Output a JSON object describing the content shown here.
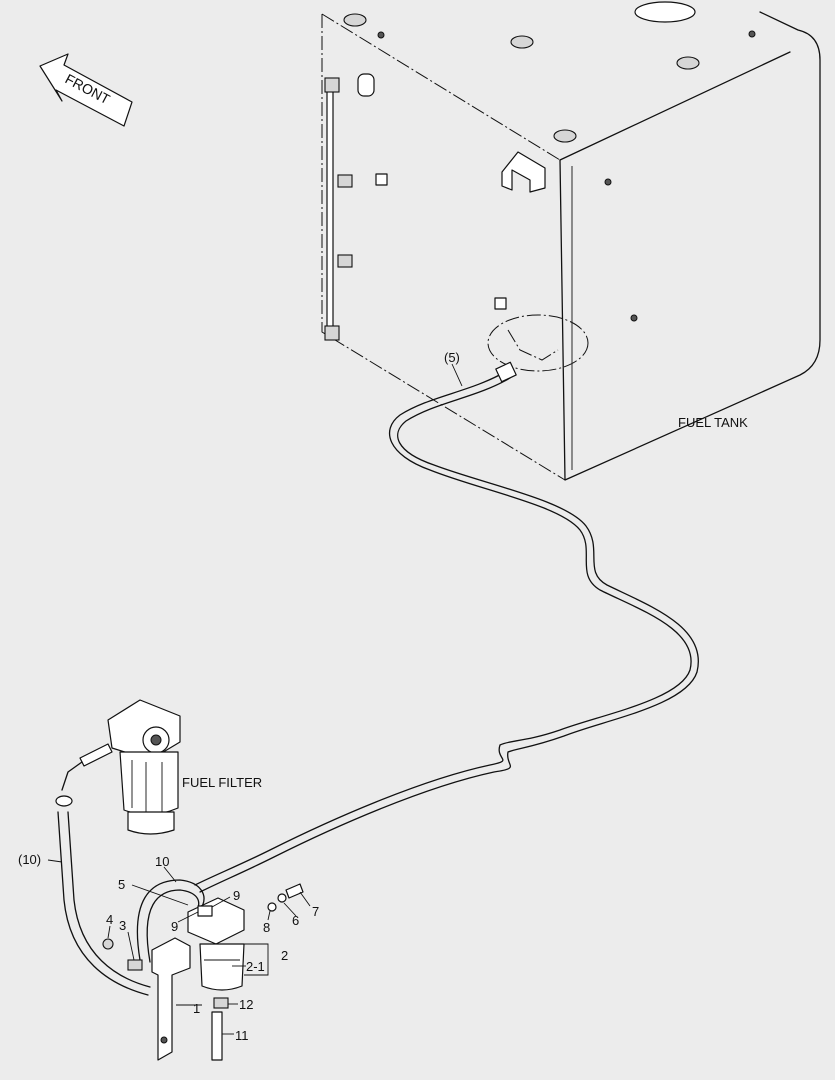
{
  "labels": {
    "front": "FRONT",
    "fuel_tank": "FUEL TANK",
    "fuel_filter": "FUEL FILTER",
    "hose_tank": "(5)",
    "hose_filter": "(10)"
  },
  "callouts": {
    "p1": "1",
    "p2": "2",
    "p2_1": "2-1",
    "p3": "3",
    "p4": "4",
    "p5": "5",
    "p6": "6",
    "p7": "7",
    "p8": "8",
    "p9a": "9",
    "p9b": "9",
    "p10": "10",
    "p11": "11",
    "p12": "12"
  },
  "colors": {
    "background": "#ececec",
    "ink": "#111111"
  }
}
